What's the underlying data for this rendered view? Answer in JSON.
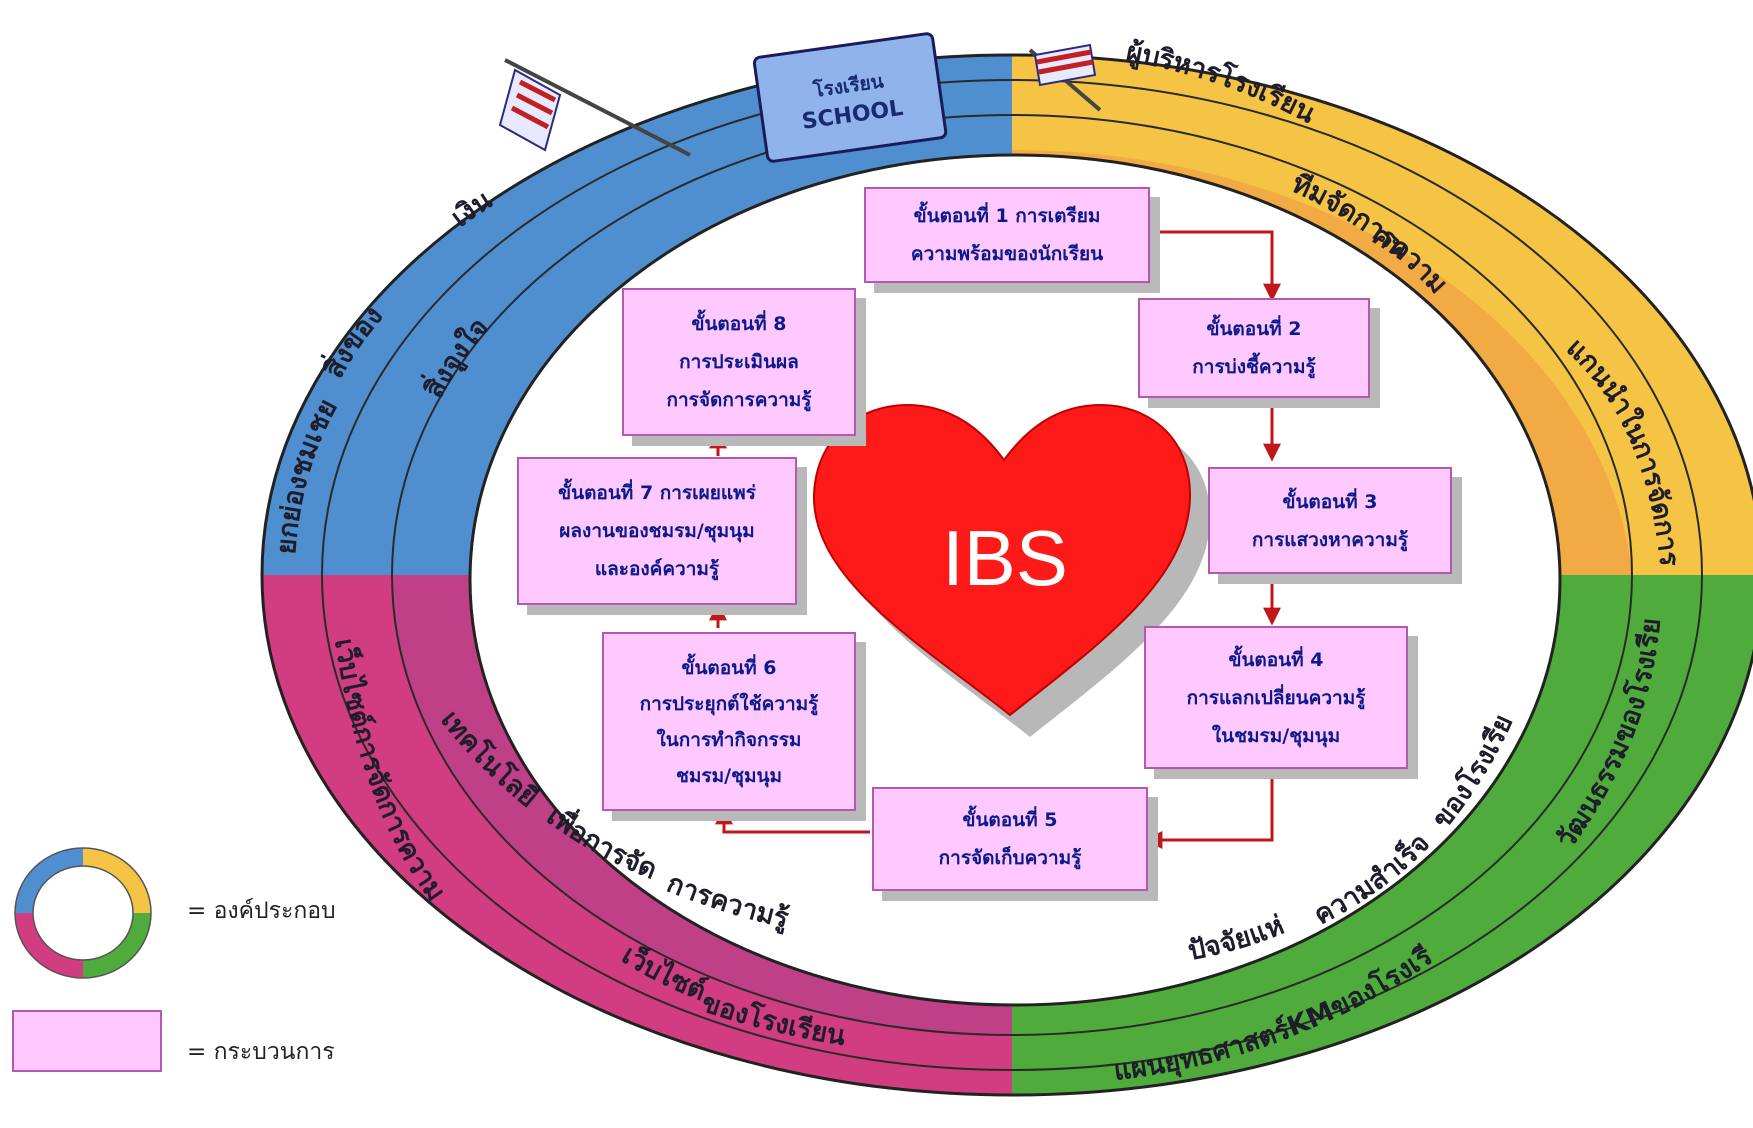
{
  "center": {
    "title": "IBS"
  },
  "school": {
    "line1": "โรงเรียน",
    "line2": "SCHOOL"
  },
  "components": {
    "ngoen": "เงิน",
    "sing_khong": "สิ่งของ",
    "sing_jungjai": "สิ่งจูงใจ",
    "yok_yong": "ยกย่องชมเชย",
    "phu_borihan": "ผู้บริหารโรงเรียน",
    "team": "ทีมจัดการความรู้",
    "khon": "คน",
    "kaen_nam": "แกนนำในการจัดการความรู้",
    "watthanatham": "วัฒนธรรมของโรงเรียน",
    "patjai_1": "ปัจจัยแห่ง",
    "patjai_2": "ความสำเร็จ",
    "patjai_3": "ของโรงเรียน",
    "phaen": "แผนยุทธศาสตร์KMของโรงเรียน",
    "website_km": "เว็บไซต์การจัดการความรู้",
    "tech_1": "เทคโนโลยี",
    "tech_2": "เพื่อการจัด",
    "tech_3": "การความรู้",
    "web_1": "เว็บไซต์",
    "web_2": "ของโรงเรียน"
  },
  "steps": [
    {
      "lines": [
        "ขั้นตอนที่ 1 การเตรียม",
        "ความพร้อมของนักเรียน"
      ]
    },
    {
      "lines": [
        "ขั้นตอนที่ 2",
        "การบ่งชี้ความรู้"
      ]
    },
    {
      "lines": [
        "ขั้นตอนที่ 3",
        "การแสวงหาความรู้"
      ]
    },
    {
      "lines": [
        "ขั้นตอนที่ 4",
        "การแลกเปลี่ยนความรู้",
        "ในชมรม/ชุมนุม"
      ]
    },
    {
      "lines": [
        "ขั้นตอนที่ 5",
        "การจัดเก็บความรู้"
      ]
    },
    {
      "lines": [
        "ขั้นตอนที่ 6",
        "การประยุกต์ใช้ความรู้",
        "ในการทำกิจกรรม",
        "ชมรม/ชุมนุม"
      ]
    },
    {
      "lines": [
        "ขั้นตอนที่ 7 การเผยแพร่",
        "ผลงานของชมรม/ชุมนุม",
        "และองค์ความรู้"
      ]
    },
    {
      "lines": [
        "ขั้นตอนที่ 8",
        "การประเมินผล",
        "การจัดการความรู้"
      ]
    }
  ],
  "legend": {
    "component_label": "= องค์ประกอบ",
    "process_label": "= กระบวนการ"
  },
  "colors": {
    "blue": "#4f8fd0",
    "yellow": "#f5c444",
    "orange": "#f0a244",
    "green": "#4fac3c",
    "magenta": "#d23c80",
    "heart": "#ff1a1a",
    "box": "#ffc8ff",
    "box_text": "#0a1a8c",
    "arrow": "#c01818"
  }
}
